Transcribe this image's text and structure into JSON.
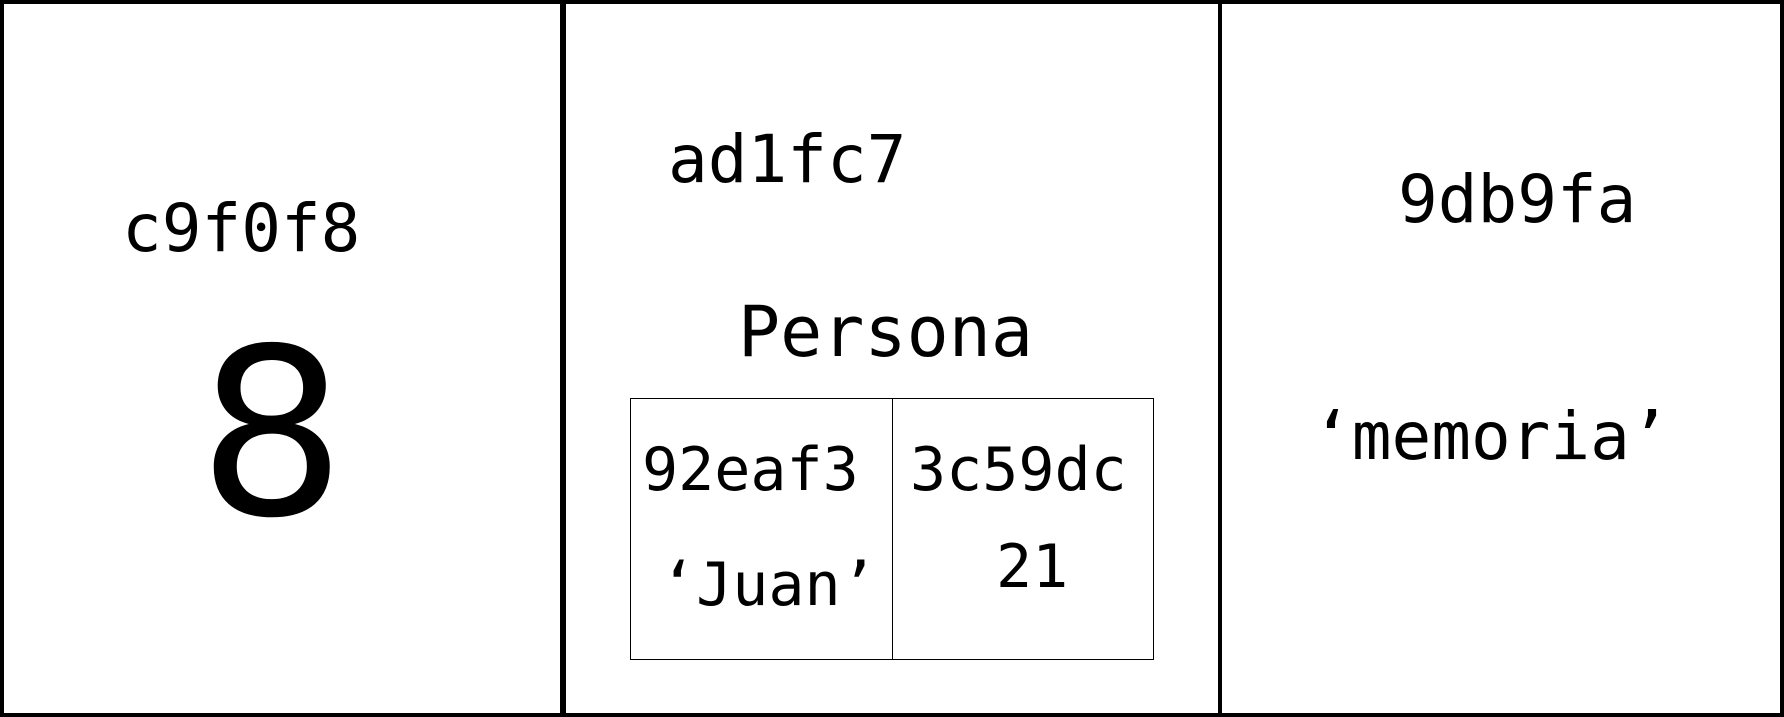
{
  "cells": [
    {
      "address": "c9f0f8",
      "value": "8"
    },
    {
      "address": "ad1fc7",
      "type": "Persona",
      "fields": [
        {
          "address": "92eaf3",
          "value": "‘Juan’"
        },
        {
          "address": "3c59dc",
          "value": "21"
        }
      ]
    },
    {
      "address": "9db9fa",
      "value": "‘memoria’"
    }
  ]
}
